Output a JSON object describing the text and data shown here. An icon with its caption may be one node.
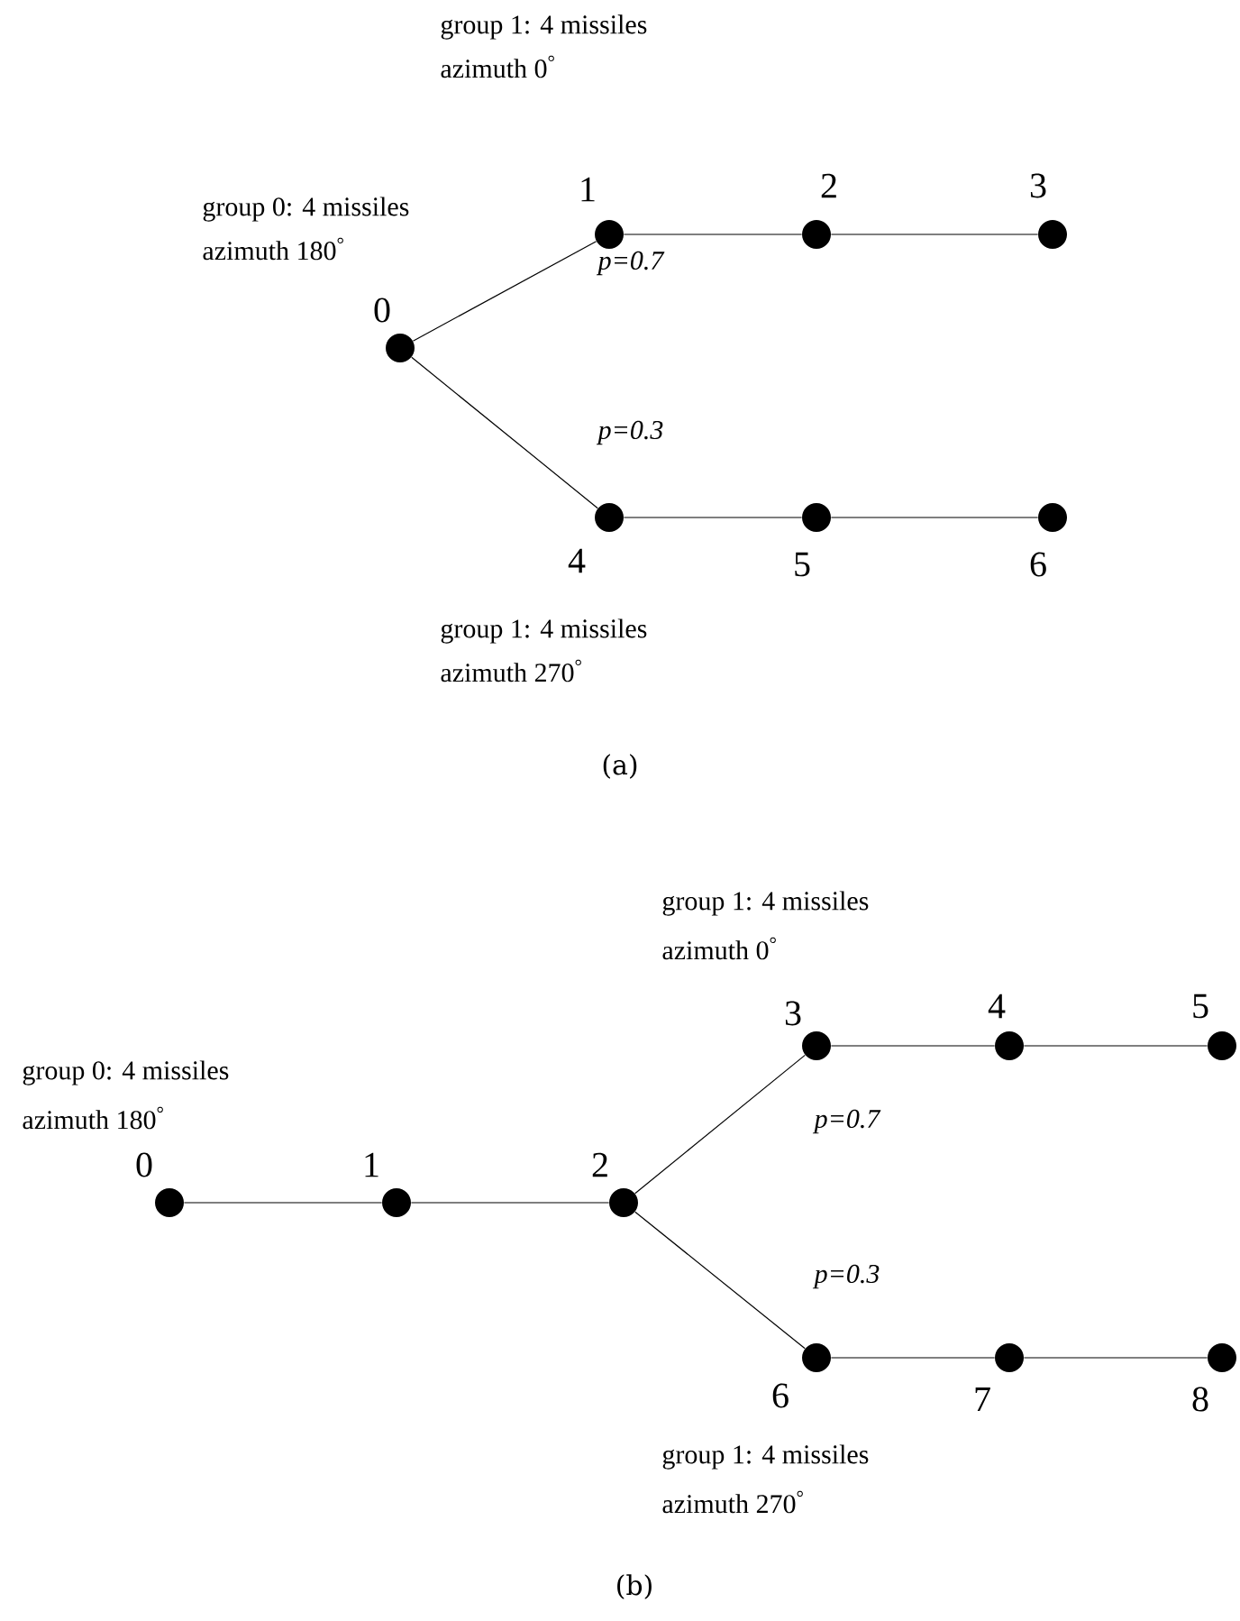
{
  "diagram": {
    "nodes": [
      {
        "text": [],
        "shape": "circle",
        "beside": [
          "0"
        ]
      },
      {
        "text": [],
        "shape": "circle",
        "beside": [
          "1"
        ]
      },
      {
        "text": [],
        "shape": "circle",
        "beside": [
          "2"
        ]
      },
      {
        "text": [],
        "shape": "circle",
        "beside": [
          "3"
        ]
      },
      {
        "text": [],
        "shape": "circle",
        "beside": [
          "4"
        ]
      },
      {
        "text": [],
        "shape": "circle",
        "beside": [
          "5"
        ]
      },
      {
        "text": [],
        "shape": "circle",
        "beside": [
          "6"
        ]
      },
      {
        "text": [],
        "shape": "circle",
        "beside": [
          "0"
        ]
      },
      {
        "text": [],
        "shape": "circle",
        "beside": [
          "1"
        ]
      },
      {
        "text": [],
        "shape": "circle",
        "beside": [
          "2"
        ]
      },
      {
        "text": [],
        "shape": "circle",
        "beside": [
          "3"
        ]
      },
      {
        "text": [],
        "shape": "circle",
        "beside": [
          "4"
        ]
      },
      {
        "text": [],
        "shape": "circle",
        "beside": [
          "5"
        ]
      },
      {
        "text": [],
        "shape": "circle",
        "beside": [
          "6"
        ]
      },
      {
        "text": [],
        "shape": "circle",
        "beside": [
          "7"
        ]
      },
      {
        "text": [],
        "shape": "circle",
        "beside": [
          "8"
        ]
      }
    ],
    "edges": [
      {
        "from": 0,
        "to": 1,
        "arrow": "none",
        "label": "p=0.7"
      },
      {
        "from": 1,
        "to": 2,
        "arrow": "none"
      },
      {
        "from": 2,
        "to": 3,
        "arrow": "none"
      },
      {
        "from": 0,
        "to": 4,
        "arrow": "none",
        "label": "p=0.3"
      },
      {
        "from": 4,
        "to": 5,
        "arrow": "none"
      },
      {
        "from": 5,
        "to": 6,
        "arrow": "none"
      },
      {
        "from": 7,
        "to": 8,
        "arrow": "none"
      },
      {
        "from": 8,
        "to": 9,
        "arrow": "none"
      },
      {
        "from": 9,
        "to": 10,
        "arrow": "none",
        "label": "p=0.7"
      },
      {
        "from": 10,
        "to": 11,
        "arrow": "none"
      },
      {
        "from": 11,
        "to": 12,
        "arrow": "none"
      },
      {
        "from": 9,
        "to": 13,
        "arrow": "none",
        "label": "p=0.3"
      },
      {
        "from": 13,
        "to": 14,
        "arrow": "none"
      },
      {
        "from": 14,
        "to": 15,
        "arrow": "none"
      }
    ],
    "labels": [
      "group 1: 4 missiles",
      "azimuth 0$^{°}$",
      "group 0: 4 missiles",
      "azimuth 180$^{°}$",
      "group 1: 4 missiles",
      "azimuth 270$^{°}$",
      "(a)",
      "group 1: 4 missiles",
      "azimuth 0$^{°}$",
      "group 0: 4 missiles",
      "azimuth 180$^{°}$",
      "group 1: 4 missiles",
      "azimuth 270$^{°}$",
      "(b)"
    ]
  }
}
